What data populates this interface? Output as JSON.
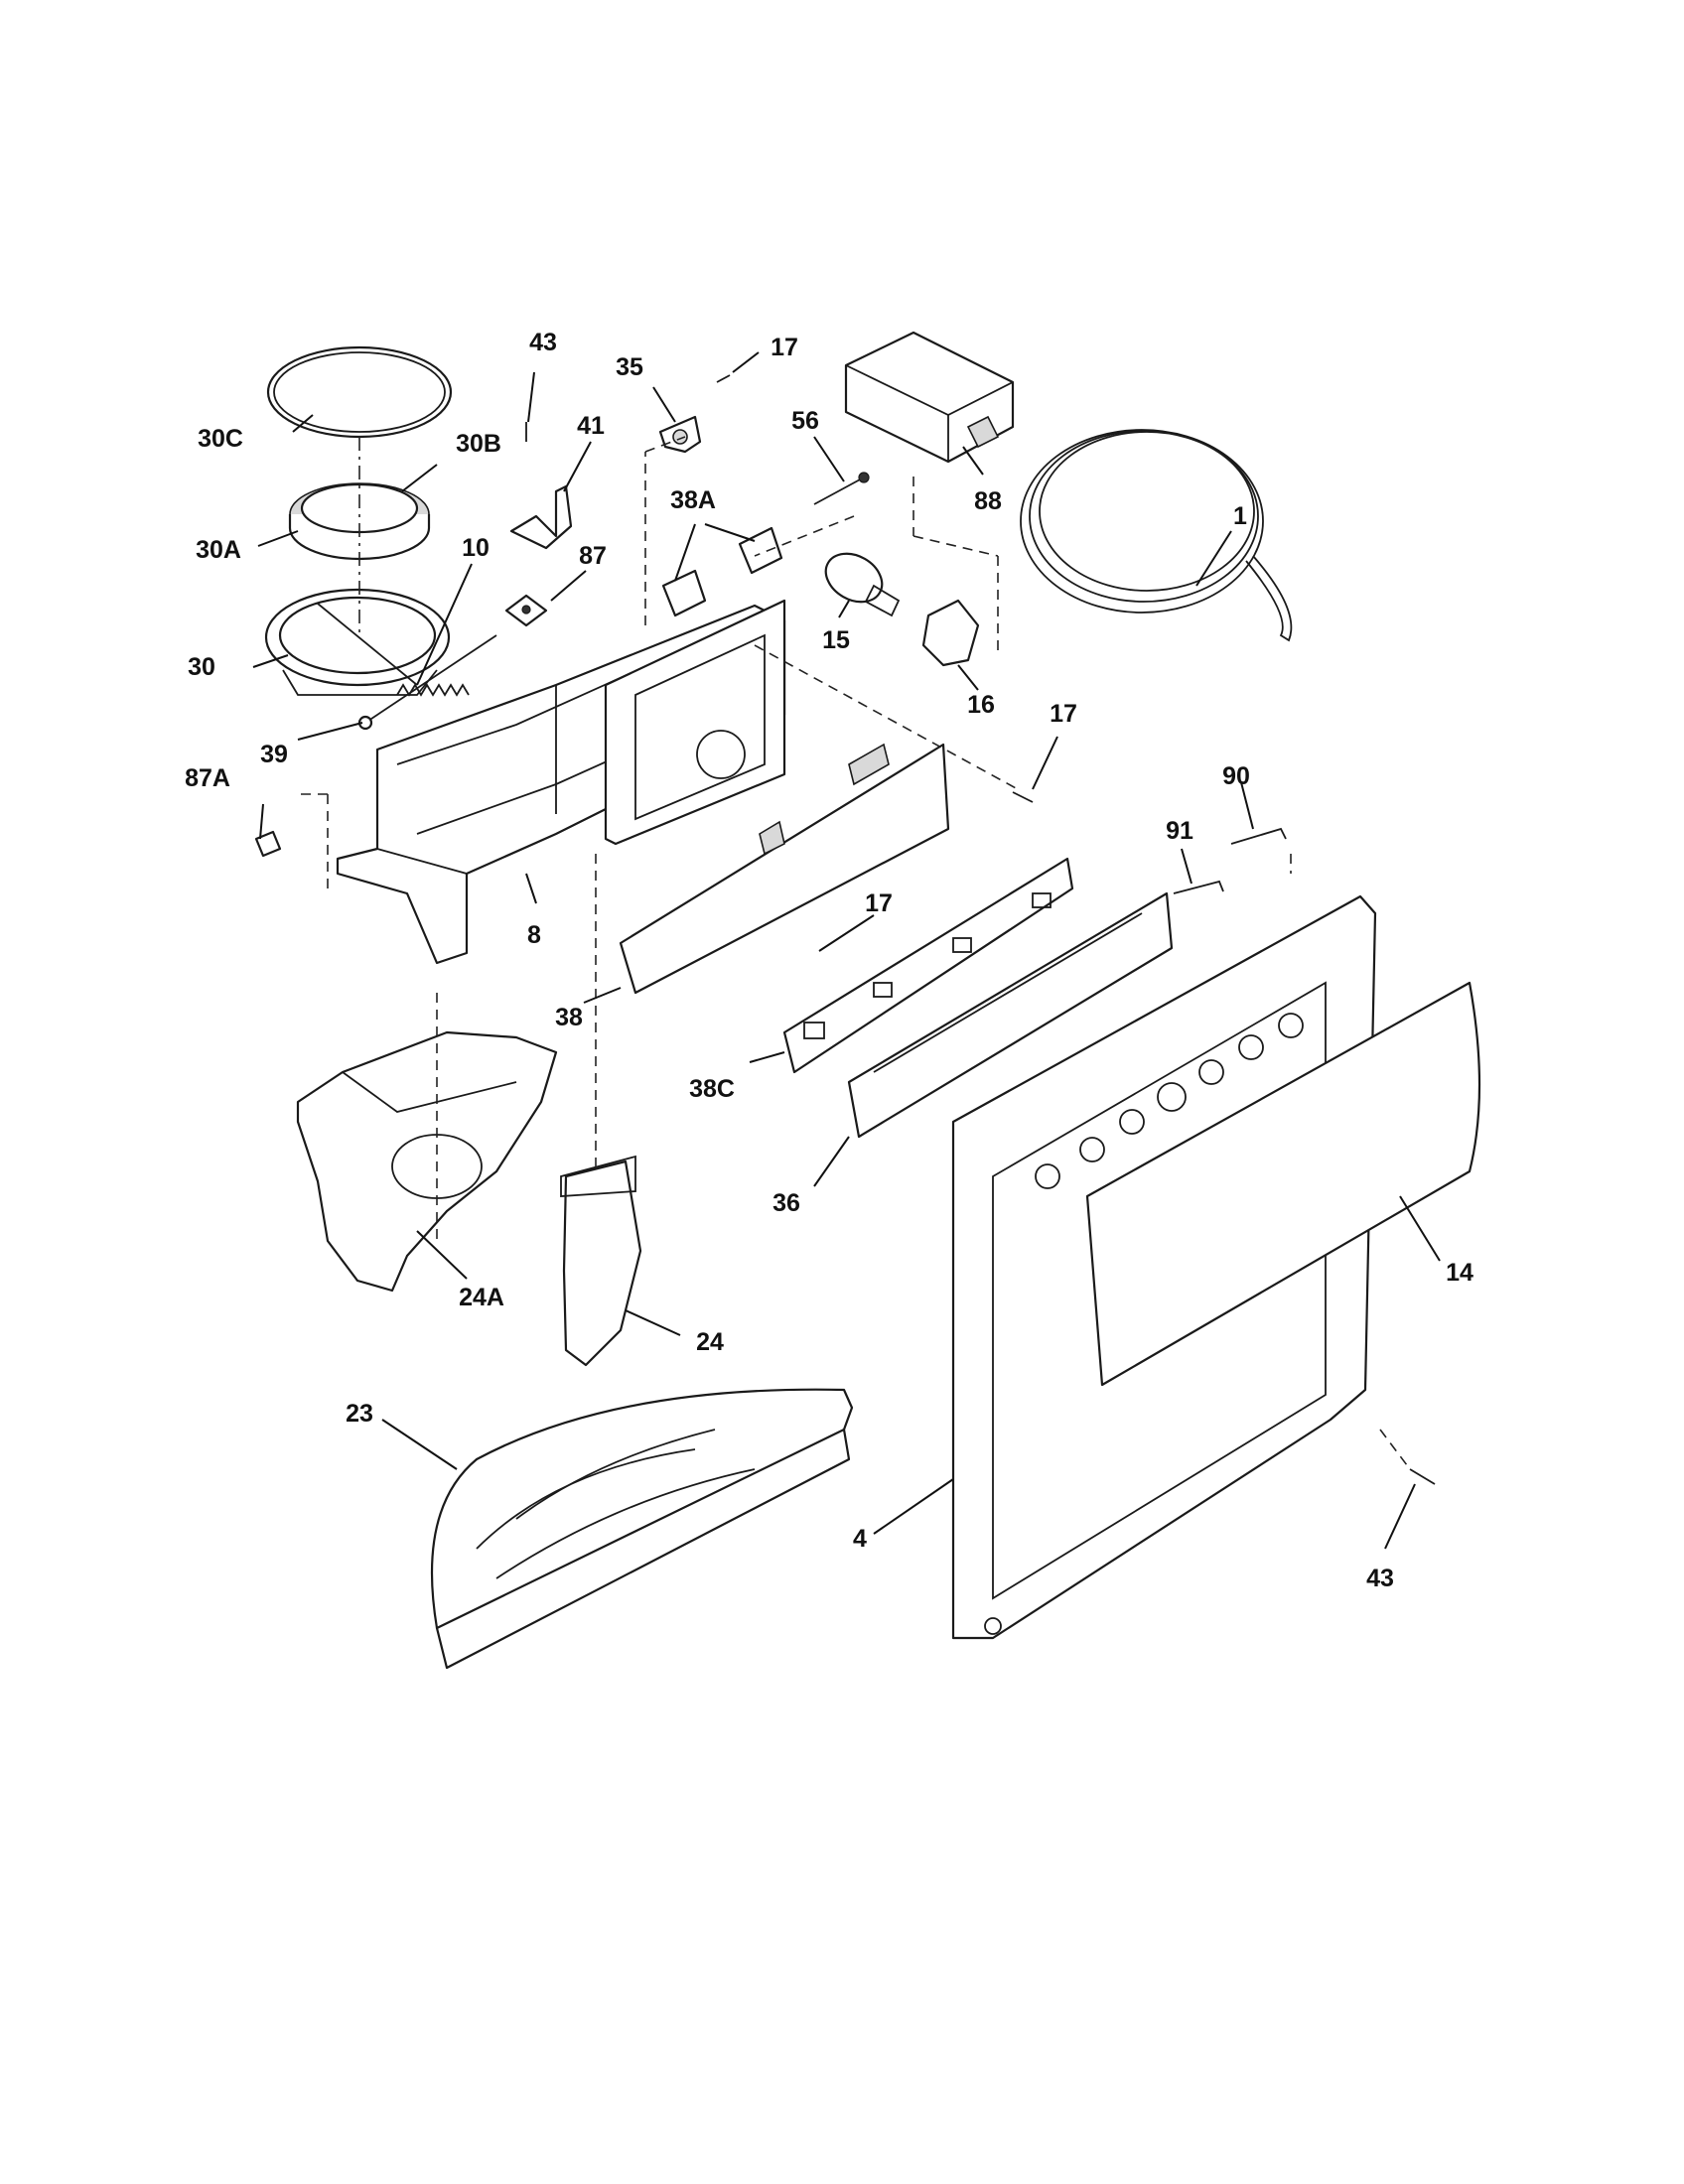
{
  "callouts": {
    "c43_top": "43",
    "c35": "35",
    "c17_top": "17",
    "c30C": "30C",
    "c30B": "30B",
    "c41": "41",
    "c56": "56",
    "c88": "88",
    "c1": "1",
    "c38A": "38A",
    "c30A": "30A",
    "c10": "10",
    "c87": "87",
    "c15": "15",
    "c30": "30",
    "c16": "16",
    "c17_mid": "17",
    "c39": "39",
    "c87A": "87A",
    "c90": "90",
    "c91": "91",
    "c17_low": "17",
    "c8": "8",
    "c38": "38",
    "c38C": "38C",
    "c36": "36",
    "c14": "14",
    "c24A": "24A",
    "c24": "24",
    "c23": "23",
    "c4": "4",
    "c43_bottom": "43"
  },
  "colors": {
    "ink": "#1a1a1a",
    "paper": "#ffffff",
    "shade": "#d9d9d9"
  }
}
